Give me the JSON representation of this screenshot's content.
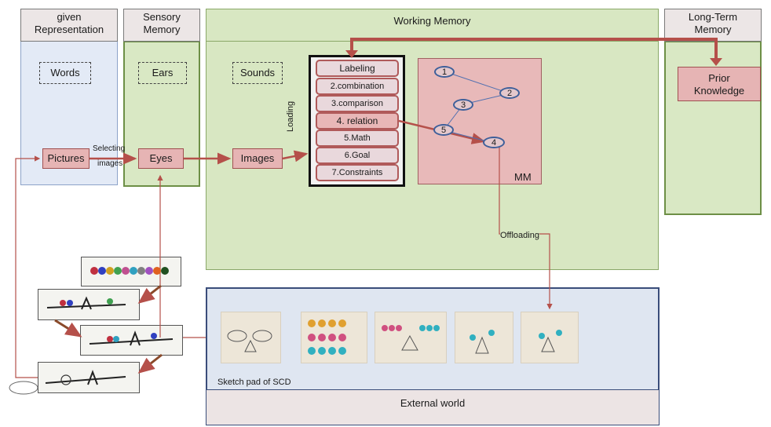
{
  "headers": {
    "given": "given\nRepresentation",
    "sensory": "Sensory\nMemory",
    "working": "Working Memory",
    "longterm": "Long-Term\nMemory"
  },
  "boxes": {
    "words": "Words",
    "ears": "Ears",
    "sounds": "Sounds",
    "pictures": "Pictures",
    "eyes": "Eyes",
    "images": "Images",
    "prior": "Prior\nKnowledge"
  },
  "labels": {
    "selecting": "Selecting",
    "images_small": "images",
    "loading": "Loading",
    "offloading": "Offloading",
    "mm": "MM",
    "sketchpad": "Sketch pad of  SCD",
    "external": "External world"
  },
  "stack": [
    "Labeling",
    "2.combination",
    "3.comparison",
    "4. relation",
    "5.Math",
    "6.Goal",
    "7.Constraints"
  ],
  "nodes": [
    "1",
    "2",
    "3",
    "5",
    "4"
  ],
  "colors": {
    "arrow": "#b5504a",
    "frame": "#3a4d7a"
  }
}
